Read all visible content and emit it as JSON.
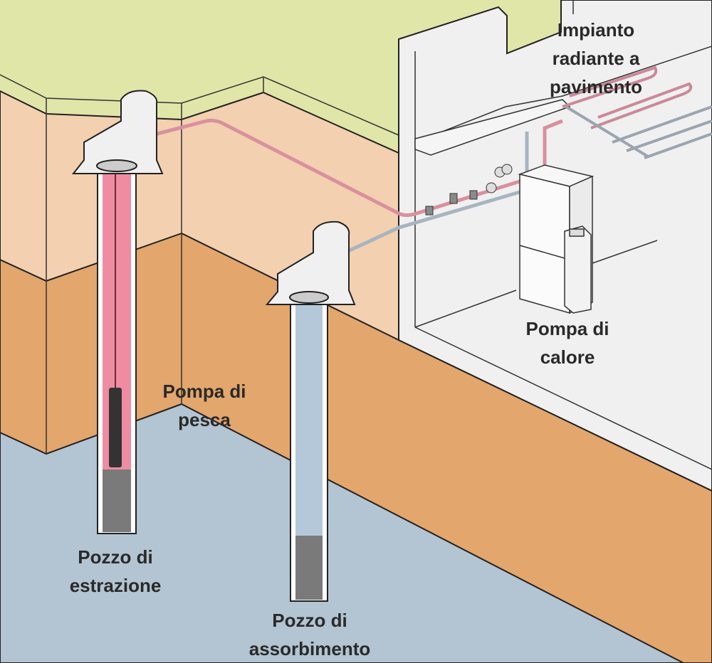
{
  "labels": {
    "floor_heating": [
      "Impianto",
      "radiante a",
      "pavimento"
    ],
    "heat_pump": [
      "Pompa di",
      "calore"
    ],
    "well_pump": [
      "Pompa di",
      "pesca"
    ],
    "extraction_well": [
      "Pozzo di",
      "estrazione"
    ],
    "absorption_well": [
      "Pozzo di",
      "assorbimento"
    ]
  },
  "colors": {
    "surface": "#dfe6a8",
    "topsoil": "#f2d0b0",
    "subsoil": "#e3a66c",
    "groundwater": "#b3c4d2",
    "building": "#f0f0f0",
    "hot_water": "#ef8ca2",
    "cold_water": "#b4c8da"
  }
}
